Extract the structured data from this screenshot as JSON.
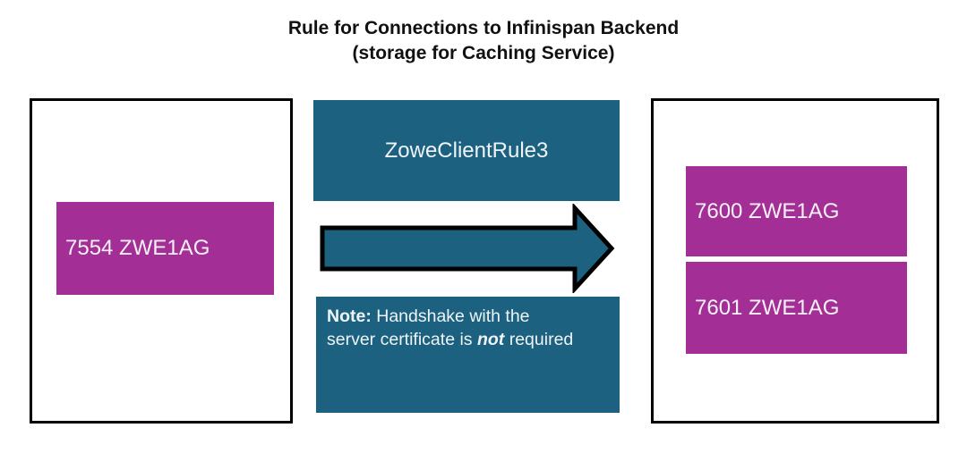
{
  "title": {
    "line1": "Rule for Connections to Infinispan Backend",
    "line2": "(storage for Caching Service)"
  },
  "left_panel": {
    "port_label": "7554 ZWE1AG"
  },
  "middle": {
    "rule_label": "ZoweClientRule3",
    "note": {
      "prefix_bold": "Note:",
      "body": " Handshake with the server certificate is ",
      "emphasis": "not",
      "suffix": " required"
    }
  },
  "right_panel": {
    "ports": [
      "7600 ZWE1AG",
      "7601 ZWE1AG"
    ]
  },
  "colors": {
    "teal": "#1c6280",
    "magenta": "#a32e96",
    "box_border": "#000000",
    "title_text": "#111111",
    "light_text": "#eef4f7"
  },
  "icons": {
    "flow_arrow": "right-arrow"
  }
}
